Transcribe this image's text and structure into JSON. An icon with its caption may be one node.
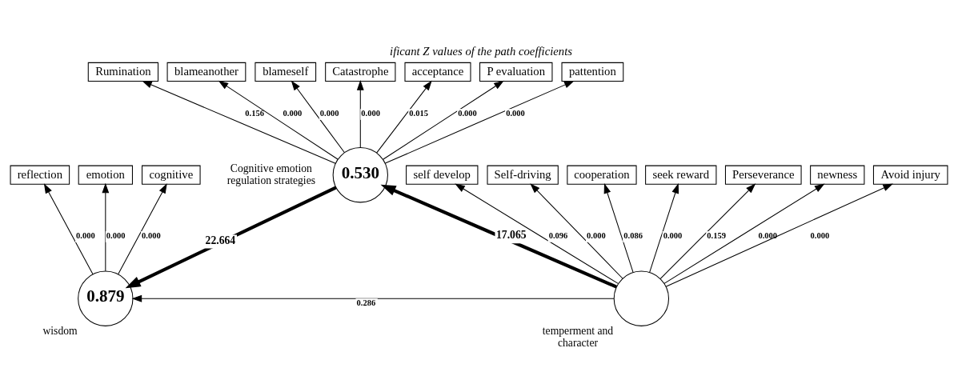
{
  "diagram": {
    "title": "ificant Z values of the path coefficients",
    "nodes": [
      {
        "text": [
          "0.530"
        ],
        "beside": [
          "Cognitive emotion regulation strategies"
        ]
      },
      {
        "text": [
          "0.879"
        ],
        "beside": [
          "wisdom"
        ]
      },
      {
        "text": [],
        "shape": "circle",
        "beside": [
          "temperment and character"
        ]
      },
      {
        "text": [
          "Rumination"
        ]
      },
      {
        "text": [
          "blameanother"
        ]
      },
      {
        "text": [
          "blameself"
        ]
      },
      {
        "text": [
          "Catastrophe"
        ]
      },
      {
        "text": [
          "acceptance"
        ]
      },
      {
        "text": [
          "P evaluation"
        ]
      },
      {
        "text": [
          "pattention"
        ]
      },
      {
        "text": [
          "reflection"
        ]
      },
      {
        "text": [
          "emotion"
        ]
      },
      {
        "text": [
          "cognitive"
        ]
      },
      {
        "text": [
          "self develop"
        ]
      },
      {
        "text": [
          "Self-driving"
        ]
      },
      {
        "text": [
          "cooperation"
        ]
      },
      {
        "text": [
          "seek reward"
        ]
      },
      {
        "text": [
          "Perseverance"
        ]
      },
      {
        "text": [
          "newness"
        ]
      },
      {
        "text": [
          "Avoid injury"
        ]
      }
    ],
    "edges": [
      {
        "from": 0,
        "to": 3,
        "arrow": "to",
        "label": "0.156"
      },
      {
        "from": 0,
        "to": 4,
        "arrow": "to",
        "label": "0.000"
      },
      {
        "from": 0,
        "to": 5,
        "arrow": "to",
        "label": "0.000"
      },
      {
        "from": 0,
        "to": 6,
        "arrow": "to",
        "label": "0.000"
      },
      {
        "from": 0,
        "to": 7,
        "arrow": "to",
        "label": "0.015"
      },
      {
        "from": 0,
        "to": 8,
        "arrow": "to",
        "label": "0.000"
      },
      {
        "from": 0,
        "to": 9,
        "arrow": "to",
        "label": "0.000"
      },
      {
        "from": 0,
        "to": 1,
        "arrow": "to",
        "label": "22.664",
        "style": "thick"
      },
      {
        "from": 2,
        "to": 0,
        "arrow": "to",
        "label": "17.065",
        "style": "thick"
      },
      {
        "from": 2,
        "to": 1,
        "arrow": "to",
        "label": "0.286"
      },
      {
        "from": 1,
        "to": 10,
        "arrow": "to",
        "label": "0.000"
      },
      {
        "from": 1,
        "to": 11,
        "arrow": "to",
        "label": "0.000"
      },
      {
        "from": 1,
        "to": 12,
        "arrow": "to",
        "label": "0.000"
      },
      {
        "from": 2,
        "to": 13,
        "arrow": "to",
        "label": "0.096"
      },
      {
        "from": 2,
        "to": 14,
        "arrow": "to",
        "label": "0.000"
      },
      {
        "from": 2,
        "to": 15,
        "arrow": "to",
        "label": "0.086"
      },
      {
        "from": 2,
        "to": 16,
        "arrow": "to",
        "label": "0.000"
      },
      {
        "from": 2,
        "to": 17,
        "arrow": "to",
        "label": "0.159"
      },
      {
        "from": 2,
        "to": 18,
        "arrow": "to",
        "label": "0.000"
      },
      {
        "from": 2,
        "to": 19,
        "arrow": "to",
        "label": "0.000"
      }
    ]
  }
}
